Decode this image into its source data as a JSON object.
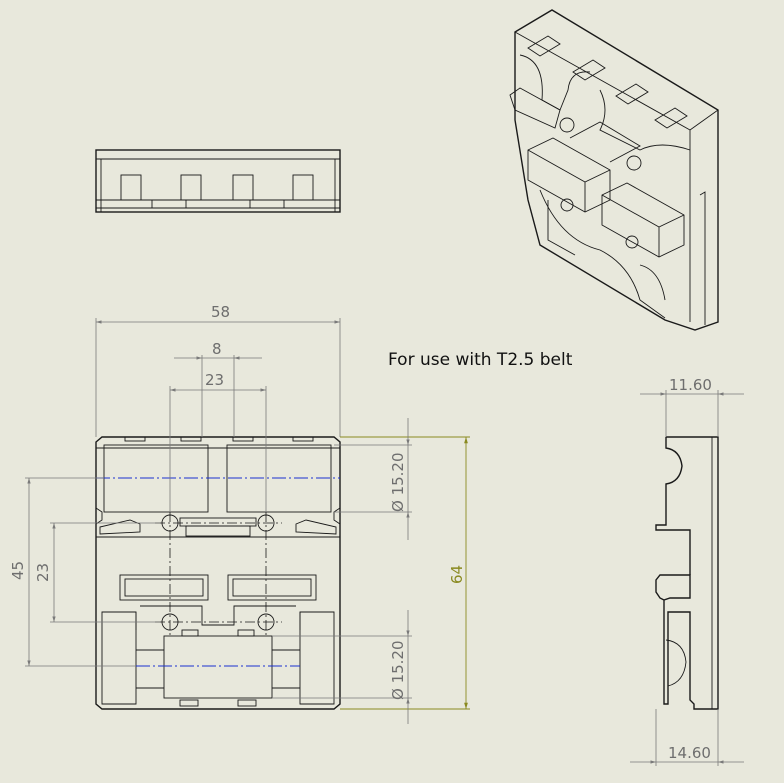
{
  "note": "For use with T2.5 belt",
  "dimensions": {
    "width_overall": "58",
    "spacing_small": "8",
    "spacing_holes": "23",
    "height_left_outer": "45",
    "height_left_inner": "23",
    "height_right": "64",
    "diameter_top": "Ø 15.20",
    "diameter_bottom": "Ø 15.20",
    "side_top": "11.60",
    "side_bottom": "14.60"
  },
  "colors": {
    "background": "#e8e8dc",
    "linework": "#1a1a1a",
    "dimension": "#7a7a7a",
    "dimension_highlight": "#8a8a20",
    "centerline": "#1a2fd0"
  }
}
